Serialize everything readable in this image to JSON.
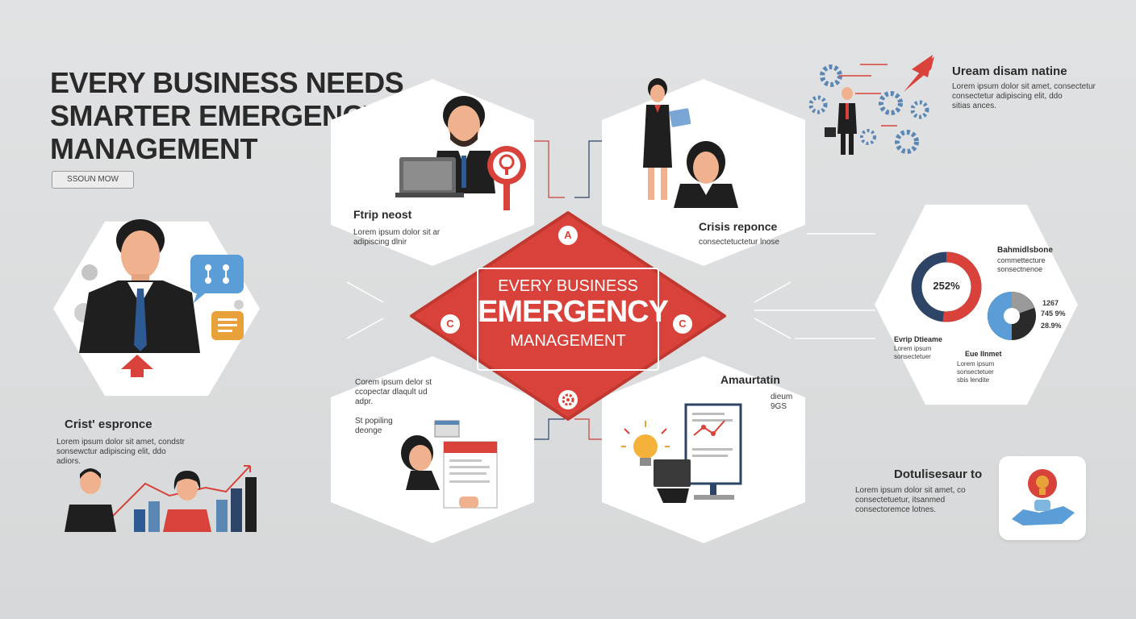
{
  "hero": {
    "title": "EVERY BUSINESS NEEDS\nSMARTER EMERGENCY\nMANAGEMENT",
    "button_label": "SSOUN MOW"
  },
  "left_panel": {
    "heading": "Crist' espronce",
    "body": "Lorem ipsum dolor sit amet, condstr\nsonsewctur adipiscing elit, ddo\nadiors."
  },
  "top_left_hex": {
    "heading": "Ftrip neost",
    "body": "Lorem ipsum dolor sit ar\nadipiscing dlnir"
  },
  "top_right_hex": {
    "heading": "Crisis reponce",
    "body": "consectetuctetur lnose"
  },
  "center": {
    "line1": "EVERY BUSINESS",
    "line2": "EMERGENCY",
    "line3": "MANAGEMENT",
    "badge_top": "A",
    "badge_left": "C",
    "badge_right": "C"
  },
  "bottom_left_hex": {
    "body": "Corem ipsum delor st\nccopectar dlaqult ud\nadpr.\n\nSt popiling\ndeonge"
  },
  "bottom_right_hex": {
    "heading": "Amaurtatin",
    "body": "dieum\n9GS"
  },
  "top_right_panel": {
    "heading": "Uream disam natine",
    "body": "Lorem ipsum dolor sit amet, consectetur\nconsectetur adipiscing elit, ddo\nsitias ances."
  },
  "stats_hex": {
    "donut_value": "252%",
    "title": "Bahmidlsbone",
    "subtitle": "commettecture\nsonsectnenoe",
    "pie_labels": [
      "1267",
      "745 9%",
      "28.9%"
    ],
    "label_left": "Evrip Dtieame",
    "label_left_body": "Lorem ipsum\nsonsectetuer",
    "label_bottom": "Eue Ilnmet",
    "label_bottom_body": "Lorem ipsum\nsonsectetuer\nsbis lendite"
  },
  "bottom_right_panel": {
    "heading": "Dotulisesaur to",
    "body": "Lorem ipsum dolor sit amet, co\nconsectetuetur, itsanmed\nconsectoremce lotnes."
  },
  "colors": {
    "accent_red": "#d8423a",
    "navy": "#2d4466",
    "steel_blue": "#5b87b5",
    "orange": "#e9a23a",
    "background": "#dcdedf"
  },
  "icons": [
    "gear-icon",
    "arrow-up-icon",
    "lightbulb-icon",
    "chat-icon",
    "key-icon",
    "clipboard-icon"
  ]
}
